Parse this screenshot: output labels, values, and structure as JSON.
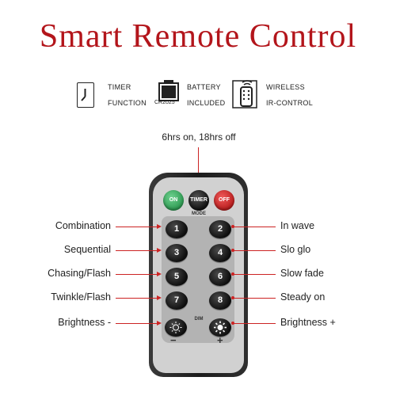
{
  "title": "Smart Remote Control",
  "features": [
    {
      "icon": "clock-icon",
      "line1": "TIMER",
      "line2": "FUNCTION"
    },
    {
      "icon": "battery-icon",
      "icon_text": "CR2025",
      "line1": "BATTERY",
      "line2": "INCLUDED"
    },
    {
      "icon": "remote-icon",
      "line1": "WIRELESS",
      "line2": "IR-CONTROL"
    }
  ],
  "timer_note": "6hrs on, 18hrs off",
  "remote": {
    "on_label": "ON",
    "timer_label": "TIMER",
    "off_label": "OFF",
    "mode_label": "MODE",
    "dim_label": "DIM",
    "minus_label": "−",
    "plus_label": "+",
    "buttons": [
      "1",
      "2",
      "3",
      "4",
      "5",
      "6",
      "7",
      "8"
    ]
  },
  "left_labels": [
    "Combination",
    "Sequential",
    "Chasing/Flash",
    "Twinkle/Flash",
    "Brightness -"
  ],
  "right_labels": [
    "In wave",
    "Slo glo",
    "Slow fade",
    "Steady on",
    "Brightness +"
  ],
  "colors": {
    "title": "#b3151b",
    "arrow": "#cc2323",
    "on_button": "#3aa55f",
    "off_button": "#d12a2a",
    "timer_button": "#1a1a1a"
  }
}
